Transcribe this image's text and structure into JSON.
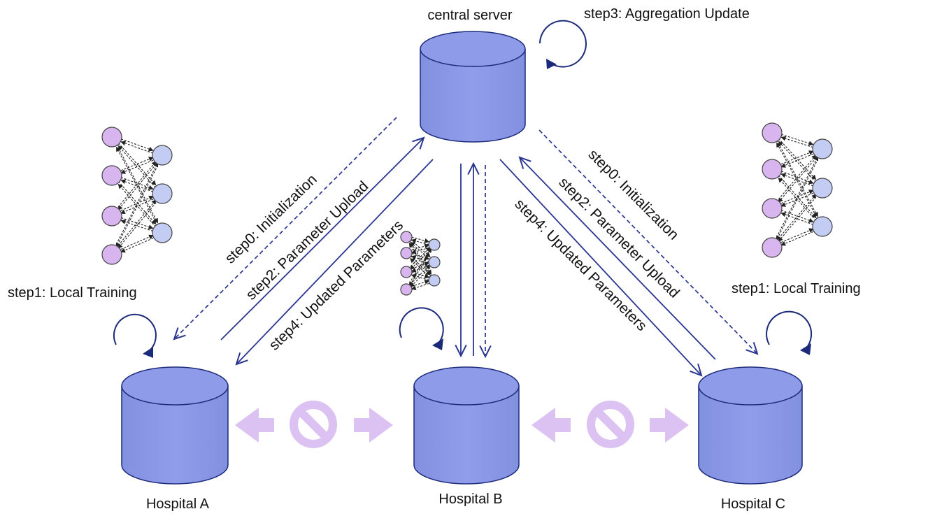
{
  "nodes": {
    "server": {
      "label": "central server"
    },
    "hospital_a": {
      "label": "Hospital A"
    },
    "hospital_b": {
      "label": "Hospital B"
    },
    "hospital_c": {
      "label": "Hospital C"
    }
  },
  "steps": {
    "aggregation": "step3: Aggregation Update",
    "local_training_a": "step1: Local Training",
    "local_training_c": "step1: Local Training",
    "init_a": "step0: Initialization",
    "upload_a": "step2: Parameter Upload",
    "update_a": "step4: Updated Parameters",
    "init_c": "step0: Initialization",
    "upload_c": "step2: Parameter Upload",
    "update_c": "step4: Updated Parameters"
  },
  "colors": {
    "cylinder_fill": "#8c9ae6",
    "cylinder_stroke": "#1c2a7a",
    "arrow": "#2a3590",
    "node_purple": "#d9b5ef",
    "node_blue": "#c3cdf4",
    "blocked": "#dcc2f2"
  },
  "icons": {
    "blocked": "no-entry-icon",
    "loop": "refresh-loop-icon",
    "network": "neural-network-icon"
  }
}
